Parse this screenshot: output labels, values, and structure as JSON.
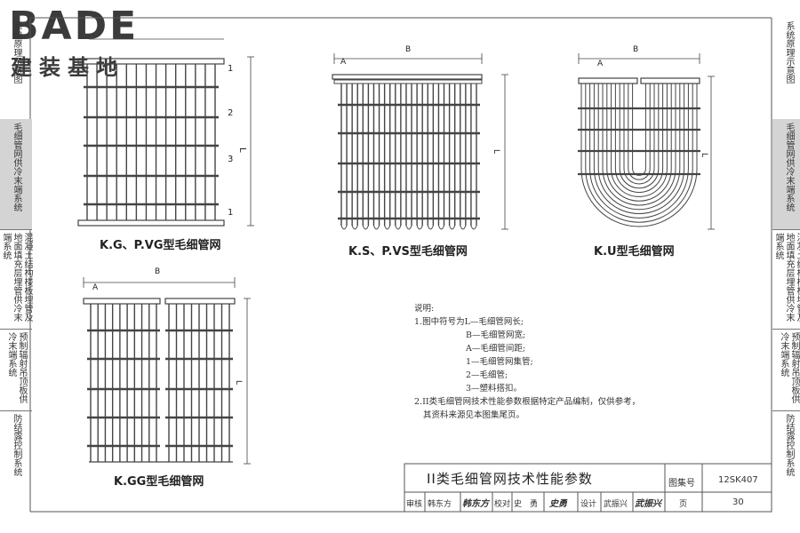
{
  "logo": {
    "latin": "BADE",
    "cjk": "建装基地"
  },
  "sidebar_left": [
    {
      "label": "系统原理示意图",
      "active": false
    },
    {
      "label": "毛细管网供冷末端系统",
      "active": true
    },
    {
      "label": "混凝土结构楼板埋管及地面填充层埋管供冷末端系统",
      "active": false
    },
    {
      "label": "预制辐射吊顶板供冷末端系统",
      "active": false
    },
    {
      "label": "防结露控制系统",
      "active": false
    }
  ],
  "sidebar_right": [
    {
      "label": "系统原理示意图",
      "active": false
    },
    {
      "label": "毛细管网供冷末端系统",
      "active": true
    },
    {
      "label": "混凝土结构楼板埋管及地面填充层埋管供冷末端系统",
      "active": false
    },
    {
      "label": "预制辐射吊顶板供冷末端系统",
      "active": false
    },
    {
      "label": "防结露控制系统",
      "active": false
    }
  ],
  "figures": {
    "kg": {
      "title": "K.G、P.VG型毛细管网",
      "labels": [
        "1",
        "2",
        "3",
        "1"
      ],
      "dim_l": "L"
    },
    "ks": {
      "title": "K.S、P.VS型毛细管网",
      "dim_b": "B",
      "dim_a": "A",
      "dim_l": "L"
    },
    "ku": {
      "title": "K.U型毛细管网",
      "dim_b": "B",
      "dim_a": "A",
      "dim_l": "L"
    },
    "kgg": {
      "title": "K.GG型毛细管网",
      "dim_b": "B",
      "dim_a": "A",
      "dim_l": "L"
    }
  },
  "notes": {
    "heading": "说明:",
    "lines": [
      "1.图中符号为L—毛细管网长;",
      "B—毛细管网宽;",
      "A—毛细管间距;",
      "1—毛细管网集管;",
      "2—毛细管;",
      "3—塑料搭扣。",
      "2.II类毛细管网技术性能参数根据特定产品编制，仅供参考，",
      "其资料来源见本图集尾页。"
    ]
  },
  "title_block": {
    "title": "II类毛细管网技术性能参数",
    "atlas_label": "图集号",
    "atlas_no": "12SK407",
    "review_label": "审核",
    "reviewer": "韩东方",
    "reviewer_sig": "韩东方",
    "check_label": "校对",
    "checker": "史　勇",
    "checker_sig": "史勇",
    "design_label": "设计",
    "designer": "武振兴",
    "designer_sig": "武振兴",
    "page_label": "页",
    "page_no": "30"
  }
}
